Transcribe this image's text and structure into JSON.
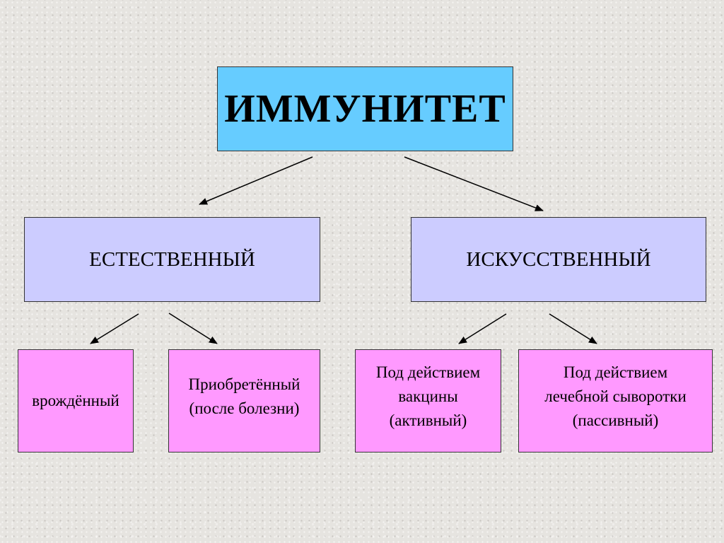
{
  "colors": {
    "root_fill": "#66ccff",
    "level2_fill": "#ccccff",
    "leaf_fill": "#ff99ff",
    "arrow": "#000000"
  },
  "diagram": {
    "root": {
      "label": "ИММУНИТЕТ"
    },
    "natural": {
      "label": "ЕСТЕСТВЕННЫЙ",
      "children": [
        {
          "label": "врождённый"
        },
        {
          "label": "Приобретённый\n(после болезни)"
        }
      ]
    },
    "artificial": {
      "label": "ИСКУССТВЕННЫЙ",
      "children": [
        {
          "label": "Под действием\nвакцины\n(активный)"
        },
        {
          "label": "Под действием\nлечебной сыворотки\n(пассивный)"
        }
      ]
    }
  }
}
